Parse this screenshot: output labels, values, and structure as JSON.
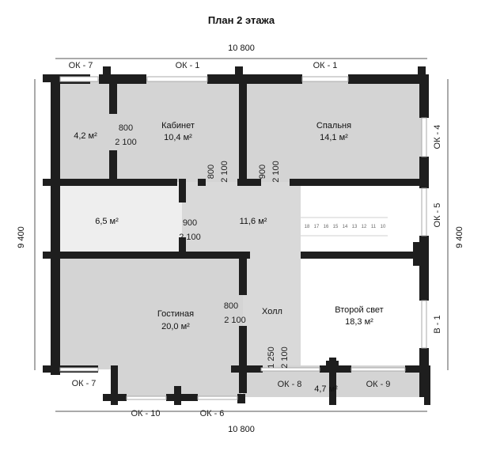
{
  "plan": {
    "title": "План 2 этажа",
    "dim_top": "10 800",
    "dim_bottom": "10 800",
    "dim_left": "9 400",
    "dim_right": "9 400",
    "rooms": {
      "storage_42": "4,2 м²",
      "office_name": "Кабинет",
      "office_area": "10,4 м²",
      "bedroom_name": "Спальня",
      "bedroom_area": "14,1 м²",
      "room_65": "6,5 м²",
      "center_116": "11,6 м²",
      "living_name": "Гостиная",
      "living_area": "20,0 м²",
      "hall_name": "Холл",
      "second_light_name": "Второй свет",
      "second_light_area": "18,3 м²",
      "balcony_47": "4,7 м²"
    },
    "windows": {
      "ok7_top": "ОК - 7",
      "ok1_a": "ОК - 1",
      "ok1_b": "ОК - 1",
      "ok4": "ОК - 4",
      "ok5": "ОК - 5",
      "v1": "В - 1",
      "ok7_bottom": "ОК - 7",
      "ok8": "ОК - 8",
      "ok9": "ОК - 9",
      "ok10": "ОК - 10",
      "ok6": "ОК - 6"
    },
    "doors": {
      "d1_w": "800",
      "d1_h": "2 100",
      "d2_w": "800",
      "d2_h": "2 100",
      "d3_w": "900",
      "d3_h": "2 100",
      "d4_w": "900",
      "d4_h": "2 100",
      "d5_w": "800",
      "d5_h": "2 100",
      "d6_w": "1 250",
      "d6_h": "2 100"
    },
    "stairs": [
      "18",
      "17",
      "16",
      "15",
      "14",
      "13",
      "12",
      "11",
      "10"
    ],
    "colors": {
      "wall": "#1e1e1e",
      "room_fill": "#d4d4d4",
      "light_fill": "#eeeeee"
    }
  }
}
